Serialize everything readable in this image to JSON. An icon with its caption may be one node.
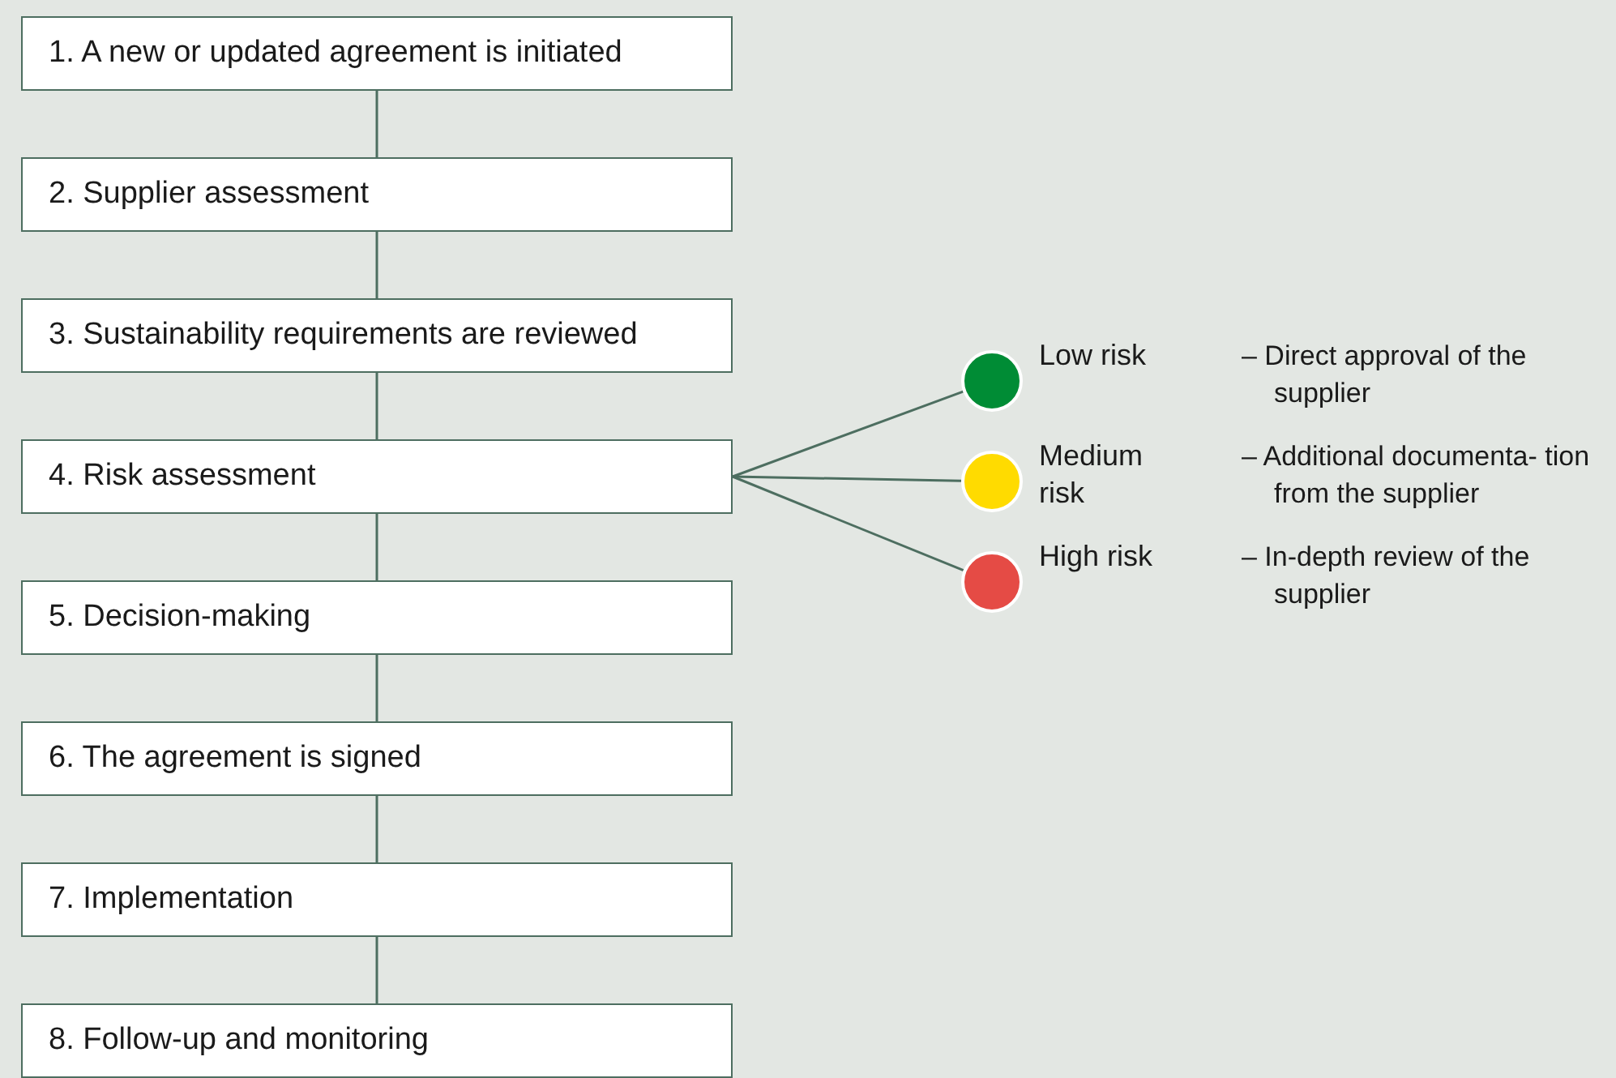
{
  "diagram": {
    "nodes": [
      {
        "text": [
          "1. A new or updated agreement is initiated"
        ]
      },
      {
        "text": [
          "2. Supplier assessment"
        ]
      },
      {
        "text": [
          "3. Sustainability requirements are reviewed"
        ]
      },
      {
        "text": [
          "4. Risk assessment"
        ]
      },
      {
        "text": [
          "5. Decision-making"
        ]
      },
      {
        "text": [
          "6. The agreement is signed"
        ]
      },
      {
        "text": [
          "7. Implementation"
        ]
      },
      {
        "text": [
          "8. Follow-up and monitoring"
        ]
      },
      {
        "text": [],
        "shape": "circle",
        "beside": [
          "Low risk",
          "– Direct approval of the supplier"
        ]
      },
      {
        "text": [],
        "shape": "circle",
        "beside": [
          "Medium risk",
          "– Additional documenta- tion from the supplier"
        ]
      },
      {
        "text": [],
        "shape": "circle",
        "beside": [
          "High risk",
          "– In-depth review of the supplier"
        ]
      }
    ],
    "edges": [
      {
        "from": 0,
        "to": 1,
        "arrow": "none"
      },
      {
        "from": 1,
        "to": 2,
        "arrow": "none"
      },
      {
        "from": 2,
        "to": 3,
        "arrow": "none"
      },
      {
        "from": 3,
        "to": 4,
        "arrow": "none"
      },
      {
        "from": 4,
        "to": 5,
        "arrow": "none"
      },
      {
        "from": 5,
        "to": 6,
        "arrow": "none"
      },
      {
        "from": 6,
        "to": 7,
        "arrow": "none"
      },
      {
        "from": 3,
        "to": 8,
        "arrow": "none"
      },
      {
        "from": 3,
        "to": 9,
        "arrow": "none"
      },
      {
        "from": 3,
        "to": 10,
        "arrow": "none"
      }
    ]
  }
}
